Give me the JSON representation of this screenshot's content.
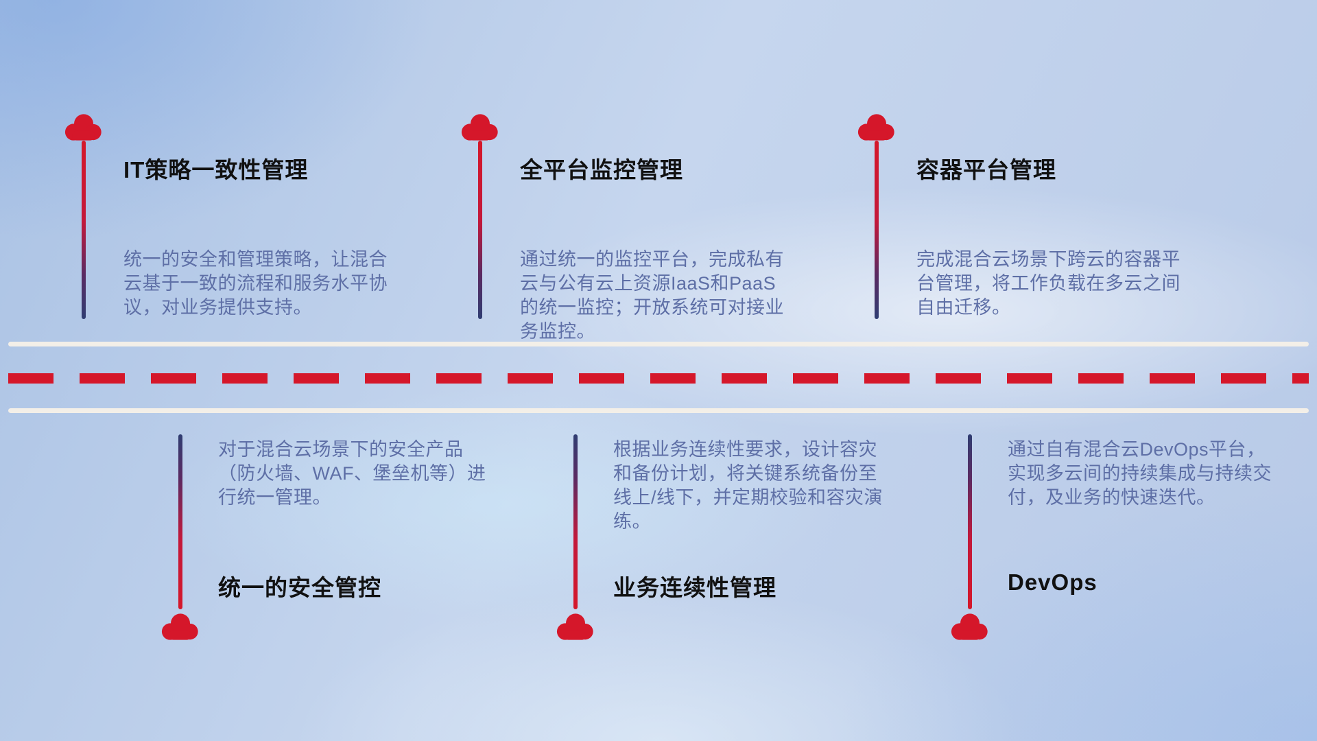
{
  "colors": {
    "accent_red": "#d5172a",
    "accent_navy": "#2f3d72",
    "title_text": "#111111",
    "body_text": "#5e6fa6",
    "road_white": "#f3efe8"
  },
  "items": [
    {
      "position": "top",
      "title": "IT策略一致性管理",
      "description": "统一的安全和管理策略，让混合云基于一致的流程和服务水平协议，对业务提供支持。"
    },
    {
      "position": "top",
      "title": "全平台监控管理",
      "description": "通过统一的监控平台，完成私有云与公有云上资源IaaS和PaaS的统一监控；开放系统可对接业务监控。"
    },
    {
      "position": "top",
      "title": "容器平台管理",
      "description": "完成混合云场景下跨云的容器平台管理，将工作负载在多云之间自由迁移。"
    },
    {
      "position": "bottom",
      "title": "统一的安全管控",
      "description": "对于混合云场景下的安全产品（防火墙、WAF、堡垒机等）进行统一管理。"
    },
    {
      "position": "bottom",
      "title": "业务连续性管理",
      "description": "根据业务连续性要求，设计容灾和备份计划，将关键系统备份至线上/线下，并定期校验和容灾演练。"
    },
    {
      "position": "bottom",
      "title": "DevOps",
      "description": "通过自有混合云DevOps平台，实现多云间的持续集成与持续交付，及业务的快速迭代。"
    }
  ]
}
